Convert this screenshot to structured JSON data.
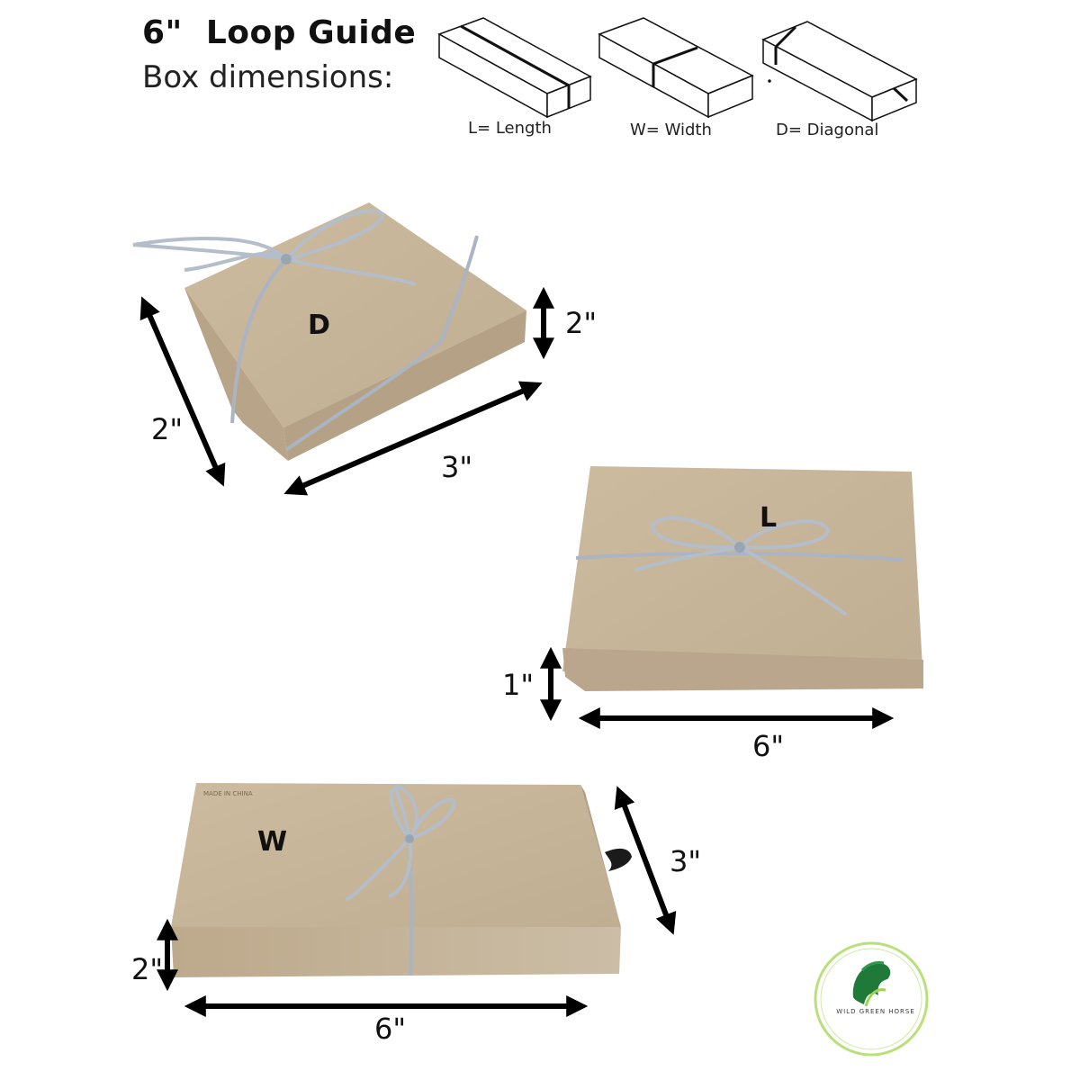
{
  "header": {
    "title": "6\"  Loop Guide",
    "subtitle": "Box dimensions:"
  },
  "legend": {
    "length_label": "L= Length",
    "width_label": "W= Width",
    "diagonal_label": "D= Diagonal"
  },
  "boxes": {
    "diagonal": {
      "letter": "D",
      "depth_dim": "2\"",
      "side_dim": "2\"",
      "length_dim": "3\""
    },
    "length": {
      "letter": "L",
      "height_dim": "1\"",
      "length_dim": "6\""
    },
    "width": {
      "letter": "W",
      "depth_dim": "3\"",
      "height_dim": "2\"",
      "length_dim": "6\"",
      "print_text": "MADE IN CHINA"
    }
  },
  "logo": {
    "brand": "WILD GREEN HORSE",
    "icon": "horse-head-icon",
    "ring_color": "#b9e07a",
    "icon_color": "#1f7a3a"
  },
  "colors": {
    "box_top": "#c9b79a",
    "box_side": "#b9a68a",
    "ribbon": "#aab4c2",
    "arrow": "#000000"
  }
}
